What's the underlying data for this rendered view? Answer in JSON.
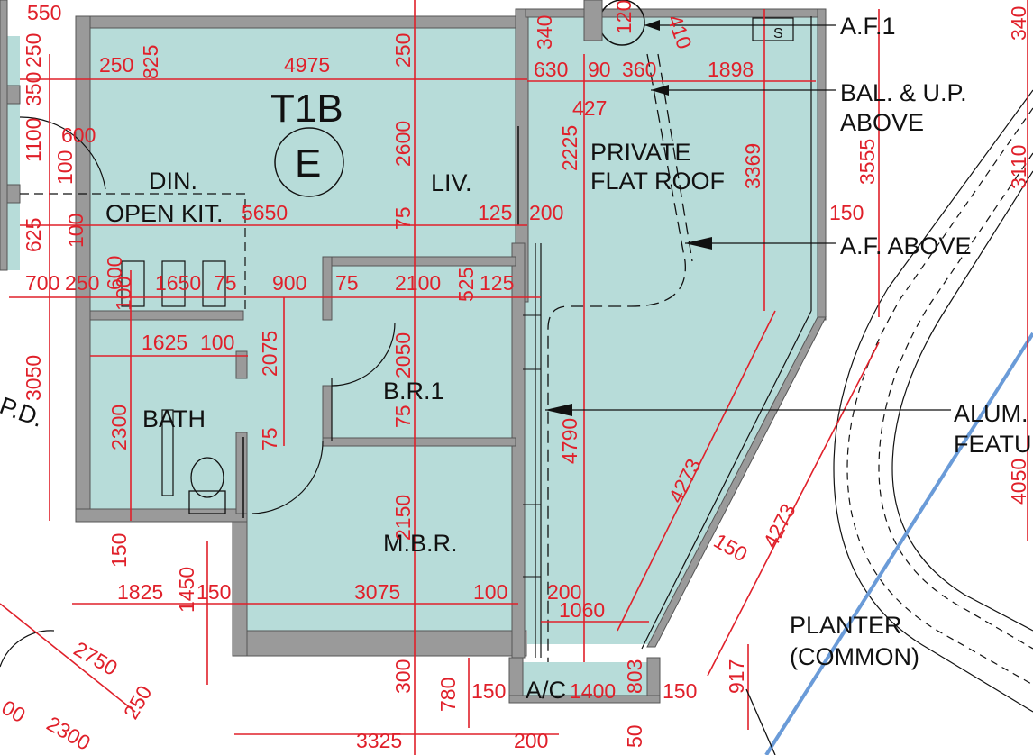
{
  "colors": {
    "room_fill": "#b7dcd9",
    "dimension": "#e0202a",
    "wall": "#9a9a9a",
    "line": "#111111",
    "pipe": "#6a9bd8"
  },
  "unit": {
    "name": "T1B",
    "tag": "E"
  },
  "rooms": {
    "din": "DIN.",
    "open_kit": "OPEN KIT.",
    "liv": "LIV.",
    "roof_1": "PRIVATE",
    "roof_2": "FLAT ROOF",
    "br1": "B.R.1",
    "bath": "BATH",
    "mbr": "M.B.R.",
    "ac": "A/C",
    "planter_1": "PLANTER",
    "planter_2": "(COMMON)",
    "pd": "P.D."
  },
  "callouts": {
    "af1": "A.F.1",
    "bal_1": "BAL. & U.P.",
    "bal_2": "ABOVE",
    "af_above": "A.F. ABOVE",
    "alum_1": "ALUM.",
    "alum_2": "FEATU"
  },
  "s_mark": "S",
  "dimensions": {
    "d550": "550",
    "d250a": "250",
    "d350": "350",
    "d1100": "1100",
    "d100a": "100",
    "d625": "625",
    "d100b": "100",
    "d250b": "250",
    "d825": "825",
    "d4975": "4975",
    "d250c": "250",
    "d600a": "600",
    "d5650": "5650",
    "d2600": "2600",
    "d75a": "75",
    "d125a": "125",
    "d200a": "200",
    "d340": "340",
    "d120": "120",
    "d410": "410",
    "d630": "630",
    "d90": "90",
    "d360": "360",
    "d1898": "1898",
    "d427": "427",
    "d2225": "2225",
    "d3369": "3369",
    "d3555": "3555",
    "d150a": "150",
    "d3110": "3110",
    "d340b": "340",
    "d700": "700",
    "d250d": "250",
    "d600b": "600",
    "d100c": "100",
    "d1650": "1650",
    "d75b": "75",
    "d900": "900",
    "d75c": "75",
    "d2100": "2100",
    "d525": "525",
    "d125b": "125",
    "d1625": "1625",
    "d100d": "100",
    "d2075": "2075",
    "d2050": "2050",
    "d3050": "3050",
    "d2300a": "2300",
    "d75d": "75",
    "d75e": "75",
    "d4790": "4790",
    "d4273a": "4273",
    "d4273b": "4273",
    "d150b": "150",
    "d4050": "4050",
    "d2150": "2150",
    "d150c": "150",
    "d1825": "1825",
    "d1450": "1450",
    "d150d": "150",
    "d3075": "3075",
    "d100e": "100",
    "d200b": "200",
    "d1060": "1060",
    "d2750": "2750",
    "d300": "300",
    "d780": "780",
    "d150e": "150",
    "d1400": "1400",
    "d803": "803",
    "d150f": "150",
    "d917": "917",
    "d00": "00",
    "d2300b": "2300",
    "d250e": "250",
    "d3325": "3325",
    "d200c": "200",
    "d50": "50"
  }
}
